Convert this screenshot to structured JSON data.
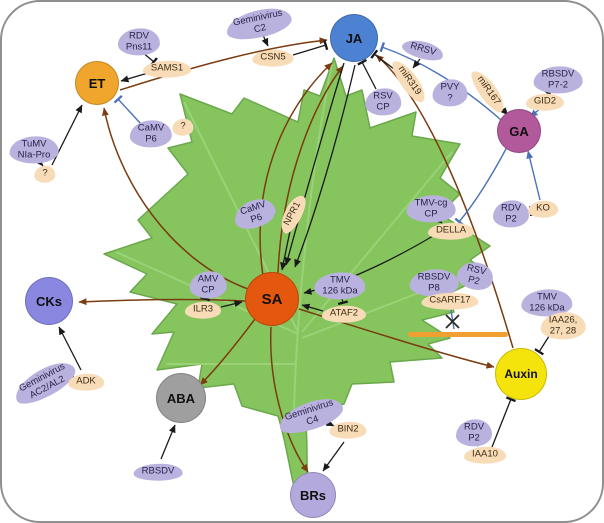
{
  "figure": {
    "description": "Leaf diagram of plant hormone pathways targeted by viral proteins",
    "palette": {
      "viral_factor": "#b9b1de",
      "host_factor": "#f8dcb8",
      "leaf": "#86c55e",
      "activation_arrow": "#1a1a1a",
      "inhibition_line": "#4a72b8",
      "crosstalk_line": "#7a3c10",
      "blocked_bar": "#f0a030",
      "border": "#8f8f8f"
    }
  },
  "nodes": {
    "et": {
      "label": "ET",
      "color": "#f0a52d"
    },
    "ja": {
      "label": "JA",
      "color": "#4d82d2"
    },
    "ga": {
      "label": "GA",
      "color": "#b2599b"
    },
    "cks": {
      "label": "CKs",
      "color": "#8a87e0"
    },
    "sa": {
      "label": "SA",
      "color": "#e4570e"
    },
    "aba": {
      "label": "ABA",
      "color": "#9f9f9f"
    },
    "brs": {
      "label": "BRs",
      "color": "#b4a9dd"
    },
    "auxin": {
      "label": "Auxin",
      "color": "#f4e40c"
    }
  },
  "factors": {
    "rdv_pns11": {
      "label": "RDV\nPns11",
      "type": "viral"
    },
    "sams1": {
      "label": "SAMS1",
      "type": "host"
    },
    "geminivirus_c2": {
      "label": "Geminivirus\nC2",
      "type": "viral"
    },
    "csn5": {
      "label": "CSN5",
      "type": "host"
    },
    "rrsv": {
      "label": "RRSV",
      "type": "viral"
    },
    "mir319": {
      "label": "miR319",
      "type": "host"
    },
    "rsv_cp": {
      "label": "RSV\nCP",
      "type": "viral"
    },
    "pvy": {
      "label": "PVY\n?",
      "type": "viral"
    },
    "mir167": {
      "label": "miR167",
      "type": "host"
    },
    "rbsdv_p7_2": {
      "label": "RBSDV\nP7-2",
      "type": "viral"
    },
    "gid2": {
      "label": "GID2",
      "type": "host"
    },
    "tumv_nia_pro": {
      "label": "TuMV\nNIa-Pro",
      "type": "viral"
    },
    "q_et": {
      "label": "?",
      "type": "host"
    },
    "camv_p6_et": {
      "label": "CaMV\nP6",
      "type": "viral"
    },
    "q_camv": {
      "label": "?",
      "type": "host"
    },
    "camv_p6_sa": {
      "label": "CaMV\nP6",
      "type": "viral"
    },
    "npr1": {
      "label": "NPR1",
      "type": "host"
    },
    "tmv_cg_cp": {
      "label": "TMV-cg\nCP",
      "type": "viral"
    },
    "della": {
      "label": "DELLA",
      "type": "host"
    },
    "rdv_p2_ga": {
      "label": "RDV\nP2",
      "type": "viral"
    },
    "ko": {
      "label": "KO",
      "type": "host"
    },
    "amv_cp": {
      "label": "AMV\nCP",
      "type": "viral"
    },
    "ilr3": {
      "label": "ILR3",
      "type": "host"
    },
    "tmv_126_sa": {
      "label": "TMV\n126 kDa",
      "type": "viral"
    },
    "ataf2": {
      "label": "ATAF2",
      "type": "host"
    },
    "rbsdv_p8": {
      "label": "RBSDV\nP8",
      "type": "viral"
    },
    "rsv_p2": {
      "label": "RSV\nP2",
      "type": "viral"
    },
    "csarf17": {
      "label": "CsARF17",
      "type": "host"
    },
    "tmv_126_auxin": {
      "label": "TMV\n126 kDa",
      "type": "viral"
    },
    "iaa26_27_28": {
      "label": "IAA26,\n27, 28",
      "type": "host"
    },
    "geminivirus_ac2": {
      "label": "Geminivirus\nAC2/AL2",
      "type": "viral"
    },
    "adk": {
      "label": "ADK",
      "type": "host"
    },
    "rbsdv_aba": {
      "label": "RBSDV",
      "type": "viral"
    },
    "geminivirus_c4": {
      "label": "Geminivirus\nC4",
      "type": "viral"
    },
    "bin2": {
      "label": "BIN2",
      "type": "host"
    },
    "rdv_p2_auxin": {
      "label": "RDV\nP2",
      "type": "viral"
    },
    "iaa10": {
      "label": "IAA10",
      "type": "host"
    }
  },
  "edges": [
    {
      "from": "RDV Pns11",
      "to": "SAMS1",
      "type": "inhibits"
    },
    {
      "from": "SAMS1",
      "to": "ET",
      "type": "activates"
    },
    {
      "from": "TuMV NIa-Pro",
      "to": "?",
      "type": "activates"
    },
    {
      "from": "?",
      "to": "ET",
      "type": "activates"
    },
    {
      "from": "CaMV P6",
      "to": "ET",
      "type": "inhibits"
    },
    {
      "from": "Geminivirus C2",
      "to": "CSN5",
      "type": "activates"
    },
    {
      "from": "CSN5",
      "to": "JA",
      "type": "inhibits"
    },
    {
      "from": "RRSV",
      "to": "miR319",
      "type": "activates"
    },
    {
      "from": "miR319",
      "to": "JA",
      "type": "inhibits"
    },
    {
      "from": "RSV CP",
      "to": "JA",
      "type": "inhibits"
    },
    {
      "from": "PVY ?",
      "to": "miR167",
      "type": "activates"
    },
    {
      "from": "miR167",
      "to": "GA",
      "type": "activates"
    },
    {
      "from": "RBSDV P7-2",
      "to": "GID2",
      "type": "inhibits"
    },
    {
      "from": "GID2",
      "to": "GA",
      "type": "activates"
    },
    {
      "from": "RDV P2",
      "to": "KO",
      "type": "inhibits"
    },
    {
      "from": "KO",
      "to": "GA",
      "type": "activates"
    },
    {
      "from": "GA",
      "to": "DELLA",
      "type": "inhibits"
    },
    {
      "from": "GA",
      "to": "JA",
      "type": "inhibits"
    },
    {
      "from": "TMV-cg CP",
      "to": "DELLA",
      "type": "activates"
    },
    {
      "from": "DELLA",
      "to": "SA",
      "type": "activates"
    },
    {
      "from": "JA",
      "to": "SA",
      "type": "crosstalk"
    },
    {
      "from": "SA",
      "to": "JA",
      "type": "crosstalk"
    },
    {
      "from": "CaMV P6",
      "to": "NPR1",
      "type": "activates"
    },
    {
      "from": "NPR1",
      "to": "SA",
      "type": "activates"
    },
    {
      "from": "AMV CP",
      "to": "ILR3",
      "type": "inhibits"
    },
    {
      "from": "ILR3",
      "to": "SA",
      "type": "activates"
    },
    {
      "from": "TMV 126 kDa",
      "to": "ATAF2",
      "type": "inhibits"
    },
    {
      "from": "ATAF2",
      "to": "SA",
      "type": "activates"
    },
    {
      "from": "Geminivirus AC2/AL2",
      "to": "ADK",
      "type": "inhibits"
    },
    {
      "from": "ADK",
      "to": "CKs",
      "type": "activates"
    },
    {
      "from": "SA",
      "to": "CKs",
      "type": "crosstalk"
    },
    {
      "from": "RBSDV",
      "to": "ABA",
      "type": "activates"
    },
    {
      "from": "SA",
      "to": "ABA",
      "type": "crosstalk"
    },
    {
      "from": "Geminivirus C4",
      "to": "BIN2",
      "type": "activates"
    },
    {
      "from": "BIN2",
      "to": "BRs",
      "type": "activates"
    },
    {
      "from": "SA",
      "to": "BRs",
      "type": "crosstalk"
    },
    {
      "from": "RDV P2",
      "to": "IAA10",
      "type": "activates"
    },
    {
      "from": "IAA10",
      "to": "Auxin",
      "type": "inhibits"
    },
    {
      "from": "TMV 126 kDa / IAA26,27,28",
      "to": "Auxin",
      "type": "inhibits"
    },
    {
      "from": "RBSDV P8 / RSV P2 / CsARF17",
      "to": "orange-bar",
      "type": "blocked"
    },
    {
      "from": "SA",
      "to": "Auxin",
      "type": "crosstalk"
    },
    {
      "from": "Auxin",
      "to": "JA",
      "type": "crosstalk"
    },
    {
      "from": "ET",
      "to": "JA",
      "type": "crosstalk"
    },
    {
      "from": "SA",
      "to": "ET",
      "type": "crosstalk"
    }
  ]
}
